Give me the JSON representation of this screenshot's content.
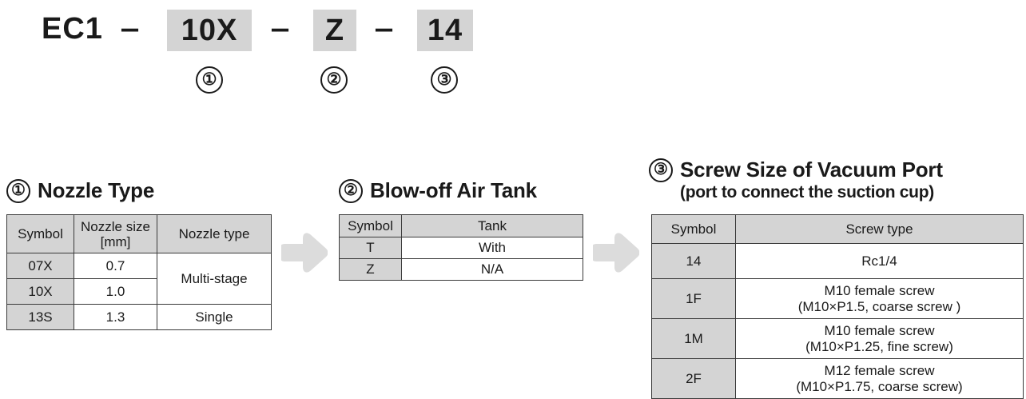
{
  "part_number": {
    "prefix": "EC1",
    "dash": "‒",
    "segments": [
      {
        "value": "10X",
        "marker": "①"
      },
      {
        "value": "Z",
        "marker": "②"
      },
      {
        "value": "14",
        "marker": "③"
      }
    ]
  },
  "sections": [
    {
      "marker": "①",
      "title": "Nozzle Type",
      "subtitle": "",
      "columns": [
        "Symbol",
        "Nozzle size\n[mm]",
        "Nozzle type"
      ],
      "column_header_lines": {
        "c1": "Symbol",
        "c2_line1": "Nozzle size",
        "c2_line2": "[mm]",
        "c3": "Nozzle type"
      },
      "rows": [
        {
          "symbol": "07X",
          "size": "0.7",
          "type": "Multi-stage"
        },
        {
          "symbol": "10X",
          "size": "1.0",
          "type": ""
        },
        {
          "symbol": "13S",
          "size": "1.3",
          "type": "Single"
        }
      ]
    },
    {
      "marker": "②",
      "title": "Blow-off Air Tank",
      "subtitle": "",
      "columns": [
        "Symbol",
        "Tank"
      ],
      "rows": [
        {
          "symbol": "T",
          "tank": "With"
        },
        {
          "symbol": "Z",
          "tank": "N/A"
        }
      ]
    },
    {
      "marker": "③",
      "title": "Screw Size of Vacuum Port",
      "subtitle": "(port to connect the suction cup)",
      "columns": [
        "Symbol",
        "Screw type"
      ],
      "rows": [
        {
          "symbol": "14",
          "line1": "Rc1/4",
          "line2": ""
        },
        {
          "symbol": "1F",
          "line1": "M10 female screw",
          "line2": "(M10×P1.5, coarse screw )"
        },
        {
          "symbol": "1M",
          "line1": "M10 female screw",
          "line2": "(M10×P1.25, fine screw)"
        },
        {
          "symbol": "2F",
          "line1": "M12 female screw",
          "line2": "(M10×P1.75, coarse screw)"
        }
      ]
    }
  ],
  "colors": {
    "highlight_gray": "#d4d4d4",
    "arrow_gray": "#dcdcdc",
    "border": "#3a3a3a",
    "text": "#1a1a1a"
  }
}
